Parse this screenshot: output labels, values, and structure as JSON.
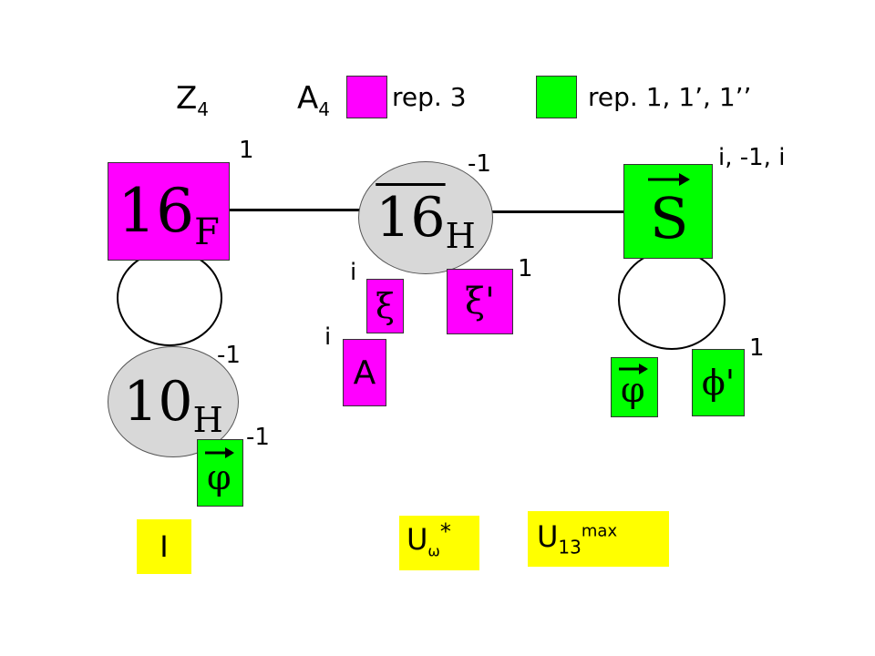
{
  "legend": {
    "z_label": "Z",
    "z_sub": "4",
    "a_label": "A",
    "a_sub": "4",
    "rep3_text": "rep. 3",
    "rep1_text": "rep. 1, 1’, 1’’",
    "rep3_color": "#ff00ff",
    "rep1_color": "#00ff00"
  },
  "nodes": {
    "sixteen_f": {
      "main": "16",
      "sub": "F",
      "charge": "1"
    },
    "sixteen_h": {
      "main": "16",
      "sub": "H",
      "charge": "-1"
    },
    "s": {
      "main": "S",
      "charge": "i, -1, i"
    },
    "ten_h": {
      "main": "10",
      "sub": "H",
      "charge": "-1"
    }
  },
  "fields": {
    "xi": {
      "symbol": "ξ",
      "charge": "i"
    },
    "xi_prime": {
      "symbol": "ξ'",
      "charge": "1"
    },
    "a": {
      "symbol": "A",
      "charge": "i"
    },
    "phi_vec_right": {
      "symbol": "φ"
    },
    "phi_prime": {
      "symbol": "ϕ'",
      "charge": "1"
    },
    "phi_vec_left": {
      "symbol": "φ",
      "charge": "-1"
    }
  },
  "yellow_boxes": {
    "identity": "I",
    "u_omega": {
      "main": "U",
      "sub": "ω",
      "sup": "*"
    },
    "u13": {
      "main": "U",
      "sub": "13",
      "sup": "max"
    },
    "color": "#ffff00"
  }
}
